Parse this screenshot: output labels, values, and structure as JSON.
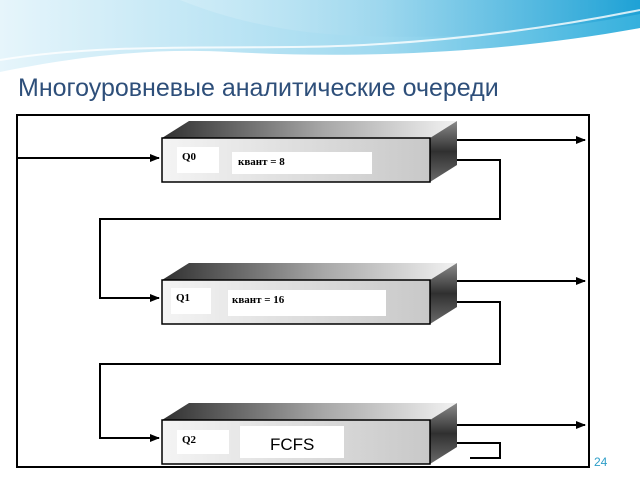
{
  "slide": {
    "title": "Многоуровневые аналитические очереди",
    "page_number": "24"
  },
  "colors": {
    "title": "#2e4f7a",
    "accent": "#2e9ec8",
    "line": "#000000"
  },
  "queues": [
    {
      "name": "Q0",
      "label": "квант = 8"
    },
    {
      "name": "Q1",
      "label": "квант = 16"
    },
    {
      "name": "Q2",
      "label": "FCFS"
    }
  ]
}
